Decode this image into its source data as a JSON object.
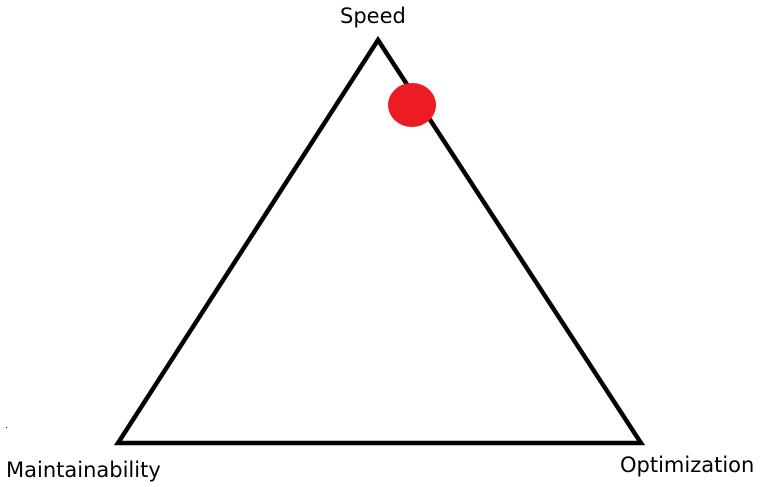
{
  "diagram": {
    "type": "tradeoff-triangle",
    "vertices": {
      "top": "Speed",
      "bottom_left": "Maintainability",
      "bottom_right": "Optimization"
    },
    "marker": {
      "position": "on the Speed–Optimization edge, near the Speed vertex",
      "color": "#ed1c24"
    },
    "line_color": "#000000"
  }
}
